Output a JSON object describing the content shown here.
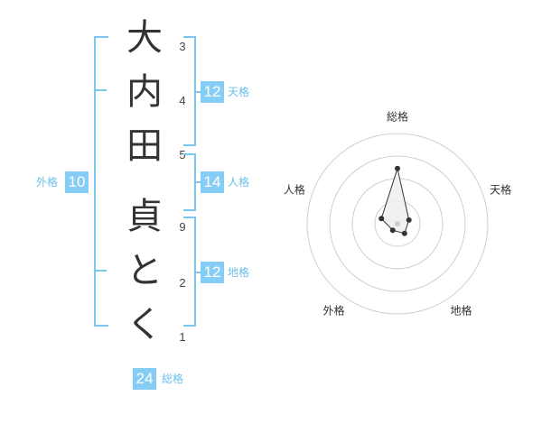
{
  "name": {
    "surname": [
      "大",
      "内",
      "田"
    ],
    "given": [
      "貞",
      "と",
      "く"
    ],
    "surname_strokes": [
      "3",
      "4",
      "5"
    ],
    "given_strokes": [
      "9",
      "2",
      "1"
    ]
  },
  "fortunes": {
    "tenkaku": {
      "value": "12",
      "label": "天格"
    },
    "jinkaku": {
      "value": "14",
      "label": "人格"
    },
    "chikaku": {
      "value": "12",
      "label": "地格"
    },
    "gaikaku": {
      "value": "10",
      "label": "外格"
    },
    "soukaku": {
      "value": "24",
      "label": "総格"
    }
  },
  "chart_data": {
    "type": "radar",
    "axes": [
      "総格",
      "天格",
      "地格",
      "外格",
      "人格"
    ],
    "values": [
      24,
      12,
      12,
      10,
      14
    ],
    "rings": 4,
    "grid": true,
    "colors": {
      "ring": "#d0d0d0",
      "fill": "#eeeeee",
      "line": "#333333",
      "point": "#333333"
    }
  },
  "colors": {
    "accent": "#86cdf5",
    "bracket": "#7ec6ef",
    "label": "#6bbfe8"
  }
}
